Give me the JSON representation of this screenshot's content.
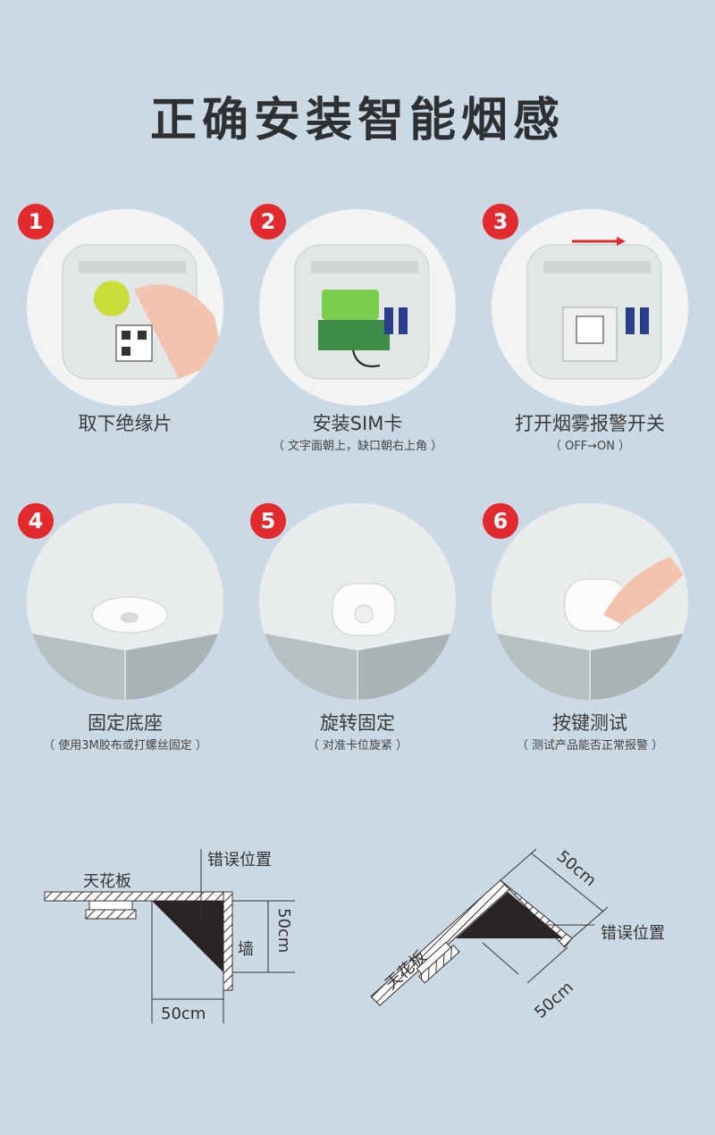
{
  "title": "正确安装智能烟感",
  "steps": [
    {
      "num": "1",
      "label": "取下绝缘片",
      "note": ""
    },
    {
      "num": "2",
      "label": "安装SIM卡",
      "note": "（ 文字面朝上，缺口朝右上角 ）"
    },
    {
      "num": "3",
      "label": "打开烟雾报警开关",
      "note": "（ OFF→ON ）"
    },
    {
      "num": "4",
      "label": "固定底座",
      "note": "（ 使用3M胶布或打螺丝固定 ）"
    },
    {
      "num": "5",
      "label": "旋转固定",
      "note": "（ 对准卡位旋紧 ）"
    },
    {
      "num": "6",
      "label": "按键测试",
      "note": "（ 测试产品能否正常报警 ）"
    }
  ],
  "diagram": {
    "ceiling": "天花板",
    "wall": "墙",
    "wrong_position": "错误位置",
    "dist_h": "50cm",
    "dist_v": "50cm",
    "ceiling_right": "天花板",
    "wrong_position_right": "错误位置",
    "dist_top": "50cm",
    "dist_bottom": "50cm"
  },
  "colors": {
    "badge": "#e12b2e",
    "background": "#cbd9e4"
  }
}
